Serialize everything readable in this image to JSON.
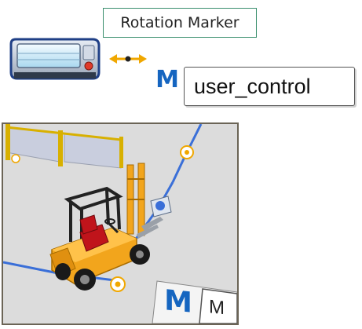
{
  "legend": {
    "rotation_marker_label": "Rotation Marker",
    "marker_letter": "M",
    "user_control_label": "user_control",
    "agv_icon": "agv-vehicle-icon",
    "arrow_icon": "double-arrow-icon"
  },
  "scene": {
    "marker_letter": "M",
    "marker_label_partial": "M",
    "colors": {
      "floor": "#dcdcdc",
      "path_line": "#3a6fd8",
      "forklift_body": "#f2a51c",
      "forklift_seat": "#c0141b",
      "fence": "#c9cede",
      "fence_post": "#d8b000"
    }
  }
}
